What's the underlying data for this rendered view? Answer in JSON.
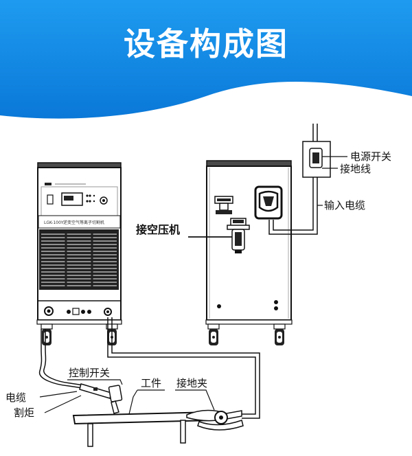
{
  "header": {
    "title": "设备构成图",
    "color_top": "#1e9bf0",
    "color_bottom": "#0a78d8"
  },
  "front_unit": {
    "model_label": "LGK-100Y",
    "model_desc": "逆变空气等离子切割机"
  },
  "labels": {
    "power_switch": "电源开关",
    "ground_wire": "接地线",
    "input_cable": "输入电缆",
    "air_compressor": "接空压机",
    "control_switch": "控制开关",
    "cable": "电缆",
    "torch": "割炬",
    "workpiece": "工件",
    "ground_clamp": "接地夹"
  }
}
